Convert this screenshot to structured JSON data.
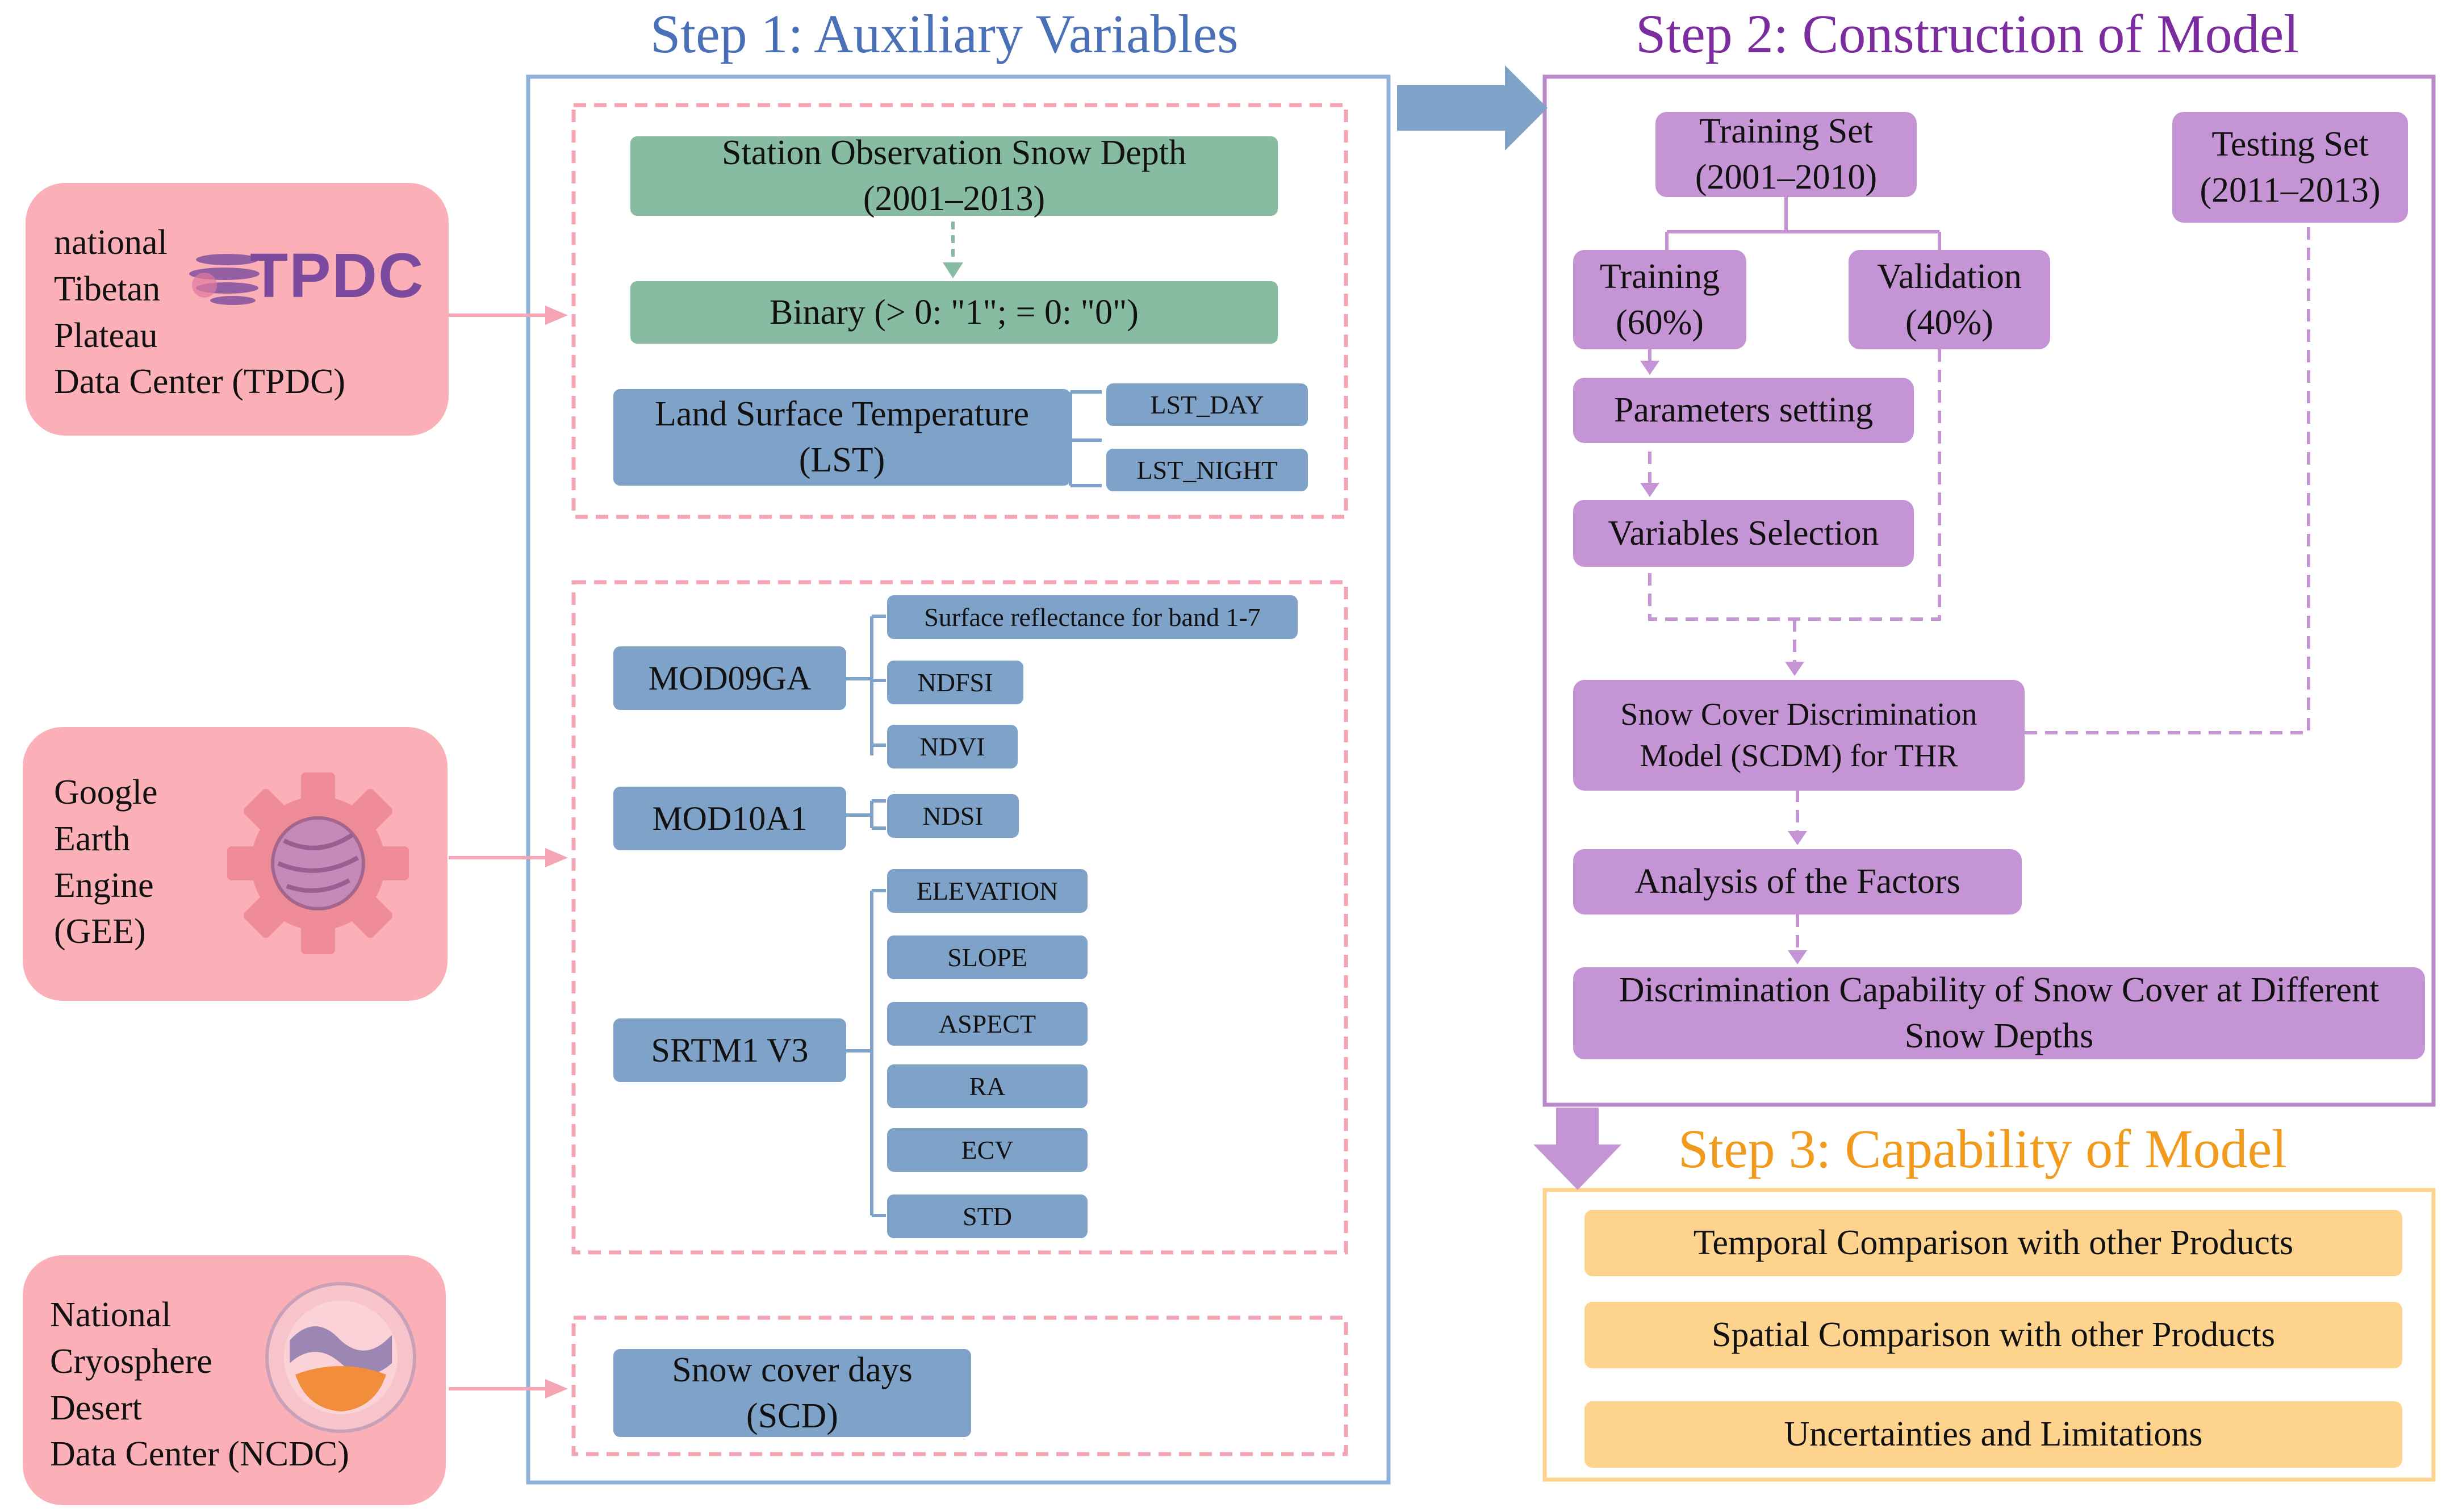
{
  "sources": [
    {
      "id": "tpdc",
      "lines": [
        "national",
        "Tibetan",
        "Plateau",
        "Data Center (TPDC)"
      ],
      "logo_text": "TPDC"
    },
    {
      "id": "gee",
      "lines": [
        "Google",
        "Earth",
        "Engine",
        "(GEE)"
      ]
    },
    {
      "id": "ncdc",
      "lines": [
        "National",
        "Cryosphere",
        "Desert",
        "Data Center (NCDC)"
      ]
    }
  ],
  "step1": {
    "title": "Step 1: Auxiliary Variables",
    "station": [
      "Station Observation Snow Depth",
      "(2001–2013)"
    ],
    "binary": "Binary (> 0: \"1\"; = 0: \"0\")",
    "lst": [
      "Land Surface Temperature",
      "(LST)"
    ],
    "lst_day": "LST_DAY",
    "lst_night": "LST_NIGHT",
    "mod09": "MOD09GA",
    "surface_reflectance": "Surface reflectance for band 1-7",
    "ndfsi": "NDFSI",
    "ndvi": "NDVI",
    "mod10": "MOD10A1",
    "ndsi": "NDSI",
    "srtm": "SRTM1 V3",
    "elevation": "ELEVATION",
    "slope": "SLOPE",
    "aspect": "ASPECT",
    "ra": "RA",
    "ecv": "ECV",
    "std": "STD",
    "scd": [
      "Snow cover days",
      "(SCD)"
    ]
  },
  "step2": {
    "title": "Step 2: Construction of Model",
    "training_set": [
      "Training Set",
      "(2001–2010)"
    ],
    "testing_set": [
      "Testing Set",
      "(2011–2013)"
    ],
    "training": [
      "Training",
      "(60%)"
    ],
    "validation": [
      "Validation",
      "(40%)"
    ],
    "parameters": "Parameters setting",
    "variables": "Variables Selection",
    "scdm": [
      "Snow Cover Discrimination",
      "Model (SCDM) for THR"
    ],
    "analysis": "Analysis of the Factors",
    "discrimination": [
      "Discrimination Capability of Snow Cover at Different",
      "Snow Depths"
    ]
  },
  "step3": {
    "title": "Step 3: Capability of Model",
    "items": [
      "Temporal Comparison with other Products",
      "Spatial Comparison with other Products",
      "Uncertainties and Limitations"
    ]
  },
  "colors": {
    "step1": "#4a70b8",
    "step2": "#7b2c9f",
    "step3": "#f29a1c",
    "source": "#fbb0b8",
    "green": "#87bba2",
    "blue": "#7fa2c9",
    "purple": "#c594d4",
    "orange": "#fdd38d"
  }
}
